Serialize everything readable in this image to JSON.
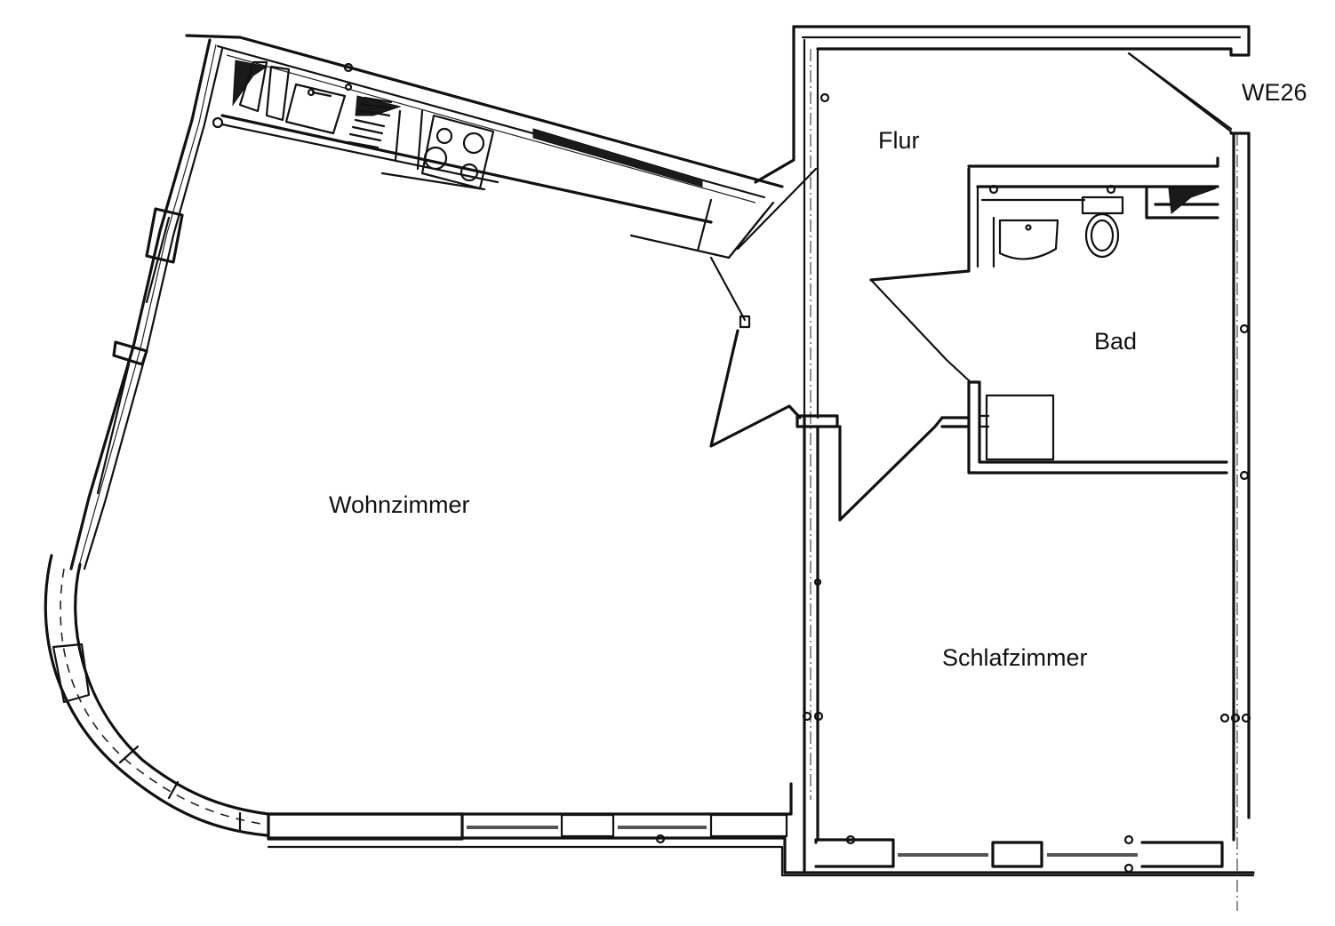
{
  "plan": {
    "unit_label": "WE26",
    "rooms": [
      {
        "id": "wohnzimmer",
        "label": "Wohnzimmer"
      },
      {
        "id": "flur",
        "label": "Flur"
      },
      {
        "id": "bad",
        "label": "Bad"
      },
      {
        "id": "schlafzimmer",
        "label": "Schlafzimmer"
      }
    ],
    "fixtures": {
      "kitchen": [
        "sink",
        "dishwasher",
        "stove"
      ],
      "bathroom": [
        "washbasin",
        "toilet",
        "shower",
        "shaft"
      ]
    },
    "colors": {
      "line": "#111111",
      "background": "#ffffff"
    }
  }
}
